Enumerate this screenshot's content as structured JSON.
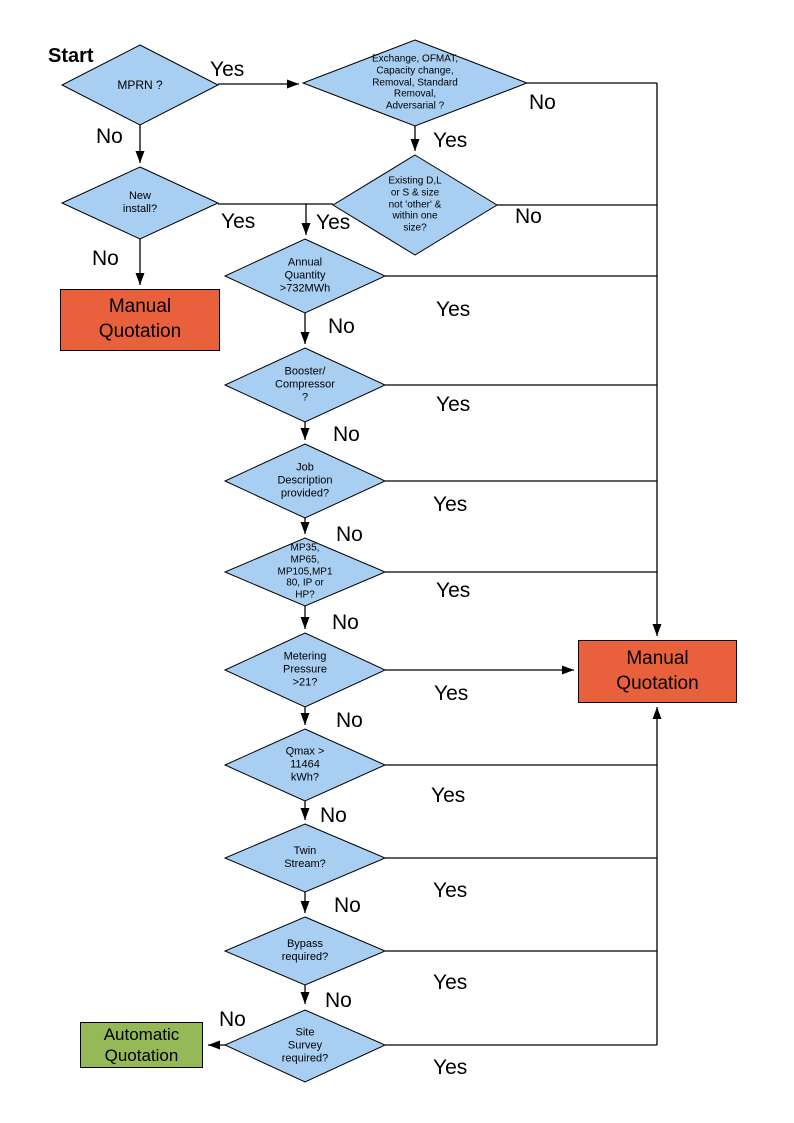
{
  "colors": {
    "decision_fill": "#A8CEF2",
    "manual_quote_fill": "#E8613C",
    "auto_quote_fill": "#95B957",
    "line": "#000000"
  },
  "start_label": "Start",
  "edge_labels": {
    "yes": "Yes",
    "no": "No"
  },
  "decisions": {
    "mprn": "MPRN ?",
    "exchange_types": "Exchange, OFMAT,\nCapacity change,\nRemoval, Standard\nRemoval,\nAdversarial ?",
    "new_install": "New\ninstall?",
    "existing_size": "Existing D,L\nor S & size\nnot 'other' &\nwithin one\nsize?",
    "annual_quantity": "Annual\nQuantity\n>732MWh",
    "booster_compressor": "Booster/\nCompressor\n?",
    "job_description": "Job\nDescription\nprovided?",
    "meter_pressure_tier": "MP35,\nMP65,\nMP105,MP1\n80, IP or\nHP?",
    "metering_pressure": "Metering\nPressure\n>21?",
    "qmax": "Qmax >\n11464\nkWh?",
    "twin_stream": "Twin\nStream?",
    "bypass": "Bypass\nrequired?",
    "site_survey": "Site\nSurvey\nrequired?"
  },
  "terminals": {
    "manual_left": "Manual\nQuotation",
    "manual_right": "Manual\nQuotation",
    "automatic": "Automatic\nQuotation"
  }
}
